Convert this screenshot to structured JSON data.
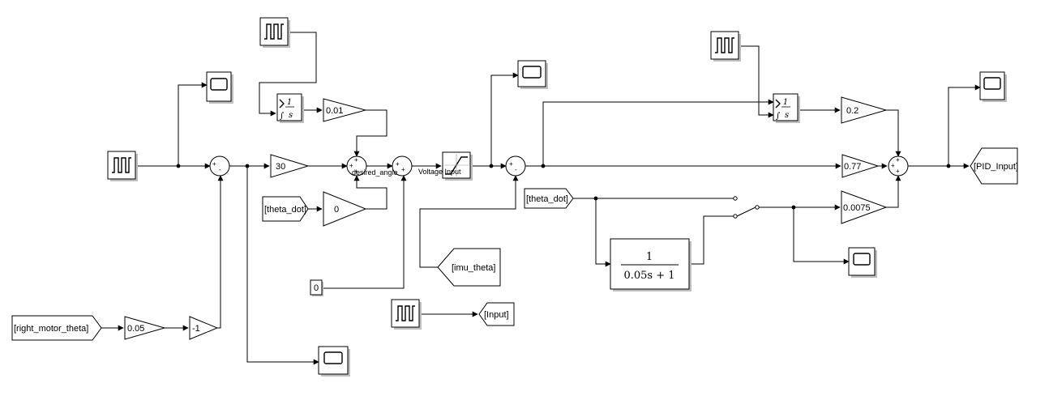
{
  "gains": {
    "g30": "30",
    "g001": "0.01",
    "g0": "0",
    "g005": "0.05",
    "gneg1": "-1",
    "g02": "0.2",
    "g077": "0.77",
    "g00075": "0.0075"
  },
  "constants": {
    "zero": "0"
  },
  "from_tags": {
    "theta_dot_1": "[theta_dot]",
    "theta_dot_2": "[theta_dot]",
    "right_motor_theta": "[right_motor_theta]",
    "imu_theta": "[imu_theta]"
  },
  "goto_tags": {
    "pid_input": "[PID_Input]",
    "input": "[Input]"
  },
  "signal_labels": {
    "desired_angle": "desired_angle",
    "voltage_input": "Voltage Input"
  },
  "sum_signs": {
    "plus": "+",
    "minus": "-"
  },
  "integrator": {
    "num": "1",
    "den": "s"
  },
  "transfer_fcn": {
    "numerator": "1",
    "denominator": "0.05s + 1"
  }
}
